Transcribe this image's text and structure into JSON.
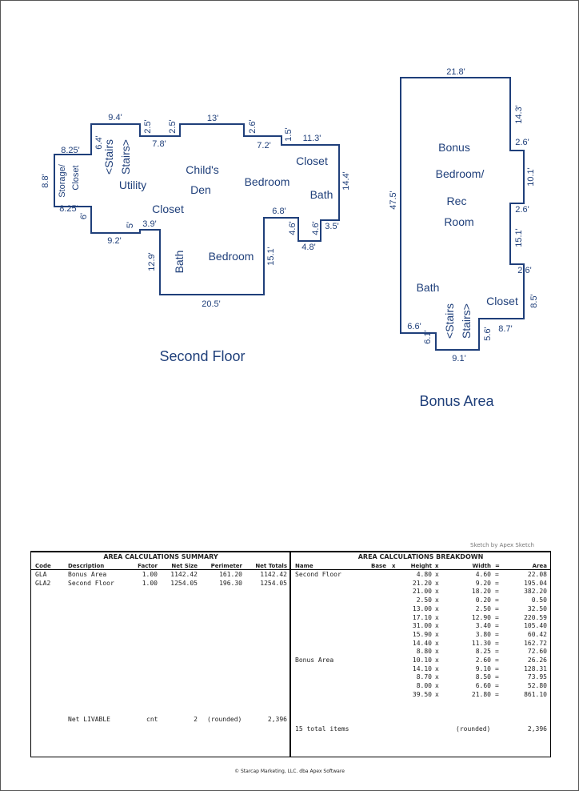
{
  "floor_plans": [
    {
      "title": "Second Floor",
      "dimensions": [
        "9.4'",
        "2.5'",
        "2.5'",
        "13'",
        "2.6'",
        "1.5'",
        "7.8'",
        "7.2'",
        "11.3'",
        "14.4'",
        "3.5'",
        "4.6'",
        "4.6'",
        "4.8'",
        "6.8'",
        "15.1'",
        "20.5'",
        "12.9'",
        "3.9'",
        "5'",
        "9.2'",
        "6'",
        "8.25'",
        "8.8'",
        "8.25'",
        "6.4'"
      ],
      "rooms": [
        "Storage/",
        "Closet",
        "<Stairs",
        "Stairs>",
        "Utility",
        "Child's",
        "Den",
        "Closet",
        "Bedroom",
        "Closet",
        "Bath",
        "Bath",
        "Bedroom"
      ]
    },
    {
      "title": "Bonus Area",
      "dimensions": [
        "21.8'",
        "14.3'",
        "2.6'",
        "10.1'",
        "2.6'",
        "15.1'",
        "2.6'",
        "8.5'",
        "8.7'",
        "5.6'",
        "9.1'",
        "6.1'",
        "6.6'",
        "47.5'"
      ],
      "rooms": [
        "Bonus",
        "Bedroom/",
        "Rec",
        "Room",
        "Bath",
        "<Stairs",
        "Stairs>",
        "Closet"
      ]
    }
  ],
  "credit": "Sketch by Apex Sketch",
  "summary": {
    "title": "AREA CALCULATIONS SUMMARY",
    "headers": [
      "Code",
      "Description",
      "Factor",
      "Net Size",
      "Perimeter",
      "Net Totals"
    ],
    "rows": [
      [
        "GLA",
        "Bonus Area",
        "1.00",
        "1142.42",
        "161.20",
        "1142.42"
      ],
      [
        "GLA2",
        "Second Floor",
        "1.00",
        "1254.05",
        "196.30",
        "1254.05"
      ]
    ],
    "net_livable": [
      "Net LIVABLE",
      "cnt",
      "2",
      "(rounded)",
      "2,396"
    ]
  },
  "breakdown": {
    "title": "AREA CALCULATIONS BREAKDOWN",
    "headers": [
      "Name",
      "Base",
      "x",
      "Height",
      "x",
      "Width",
      "=",
      "Area"
    ],
    "rows": [
      [
        "Second Floor",
        "4.80",
        "x",
        "4.60",
        "=",
        "22.08"
      ],
      [
        "",
        "21.20",
        "x",
        "9.20",
        "=",
        "195.04"
      ],
      [
        "",
        "21.00",
        "x",
        "18.20",
        "=",
        "382.20"
      ],
      [
        "",
        "2.50",
        "x",
        "0.20",
        "=",
        "0.50"
      ],
      [
        "",
        "13.00",
        "x",
        "2.50",
        "=",
        "32.50"
      ],
      [
        "",
        "17.10",
        "x",
        "12.90",
        "=",
        "220.59"
      ],
      [
        "",
        "31.00",
        "x",
        "3.40",
        "=",
        "105.40"
      ],
      [
        "",
        "15.90",
        "x",
        "3.80",
        "=",
        "60.42"
      ],
      [
        "",
        "14.40",
        "x",
        "11.30",
        "=",
        "162.72"
      ],
      [
        "",
        "8.80",
        "x",
        "8.25",
        "=",
        "72.60"
      ],
      [
        "Bonus Area",
        "10.10",
        "x",
        "2.60",
        "=",
        "26.26"
      ],
      [
        "",
        "14.10",
        "x",
        "9.10",
        "=",
        "128.31"
      ],
      [
        "",
        "8.70",
        "x",
        "8.50",
        "=",
        "73.95"
      ],
      [
        "",
        "8.00",
        "x",
        "6.60",
        "=",
        "52.80"
      ],
      [
        "",
        "39.50",
        "x",
        "21.80",
        "=",
        "861.10"
      ]
    ],
    "total_items": "15 total items",
    "rounded_label": "(rounded)",
    "rounded_total": "2,396"
  },
  "footer": "© Starcap Marketing, LLC. dba Apex Software",
  "colors": {
    "plan": "#1f3f7a",
    "text": "#222222",
    "border": "#000000"
  }
}
